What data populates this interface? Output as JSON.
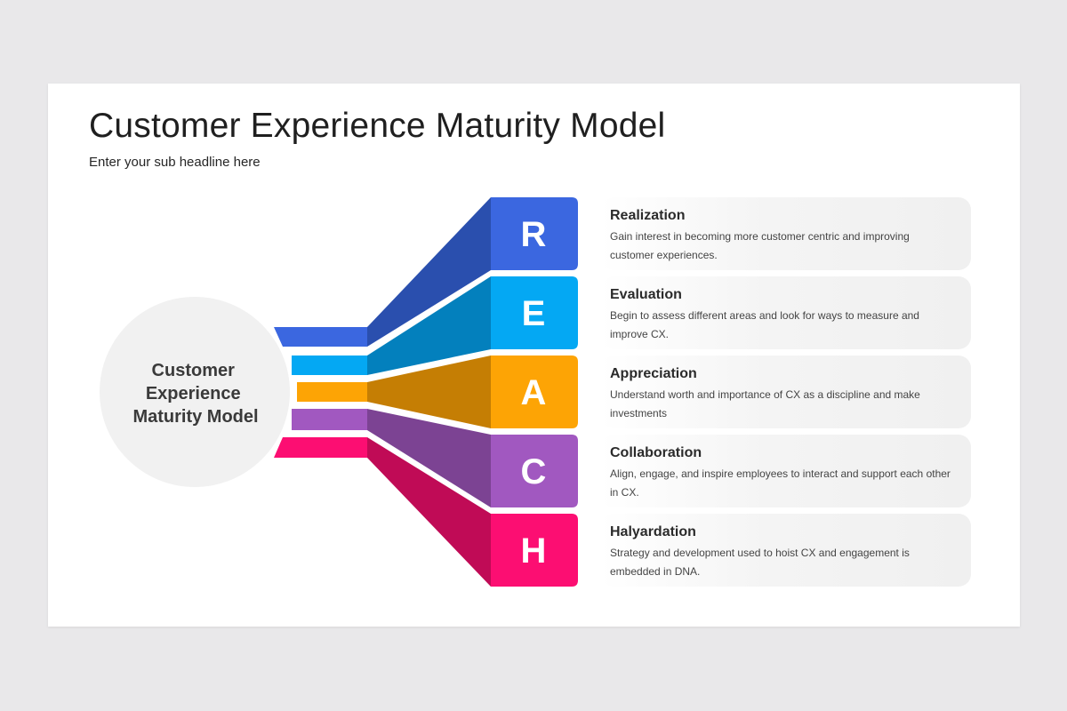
{
  "slide": {
    "title": "Customer Experience Maturity Model",
    "subtitle": "Enter your sub headline here"
  },
  "hub": {
    "label_lines": [
      "Customer",
      "Experience",
      "Maturity Model"
    ]
  },
  "stages": [
    {
      "letter": "R",
      "title": "Realization",
      "description": "Gain interest in becoming more customer centric and improving customer experiences.",
      "color": "#3b67e0",
      "shade": "#2a4fae"
    },
    {
      "letter": "E",
      "title": "Evaluation",
      "description": "Begin to assess different areas and look for ways to measure and improve CX.",
      "color": "#04a8f3",
      "shade": "#0380bd"
    },
    {
      "letter": "A",
      "title": "Appreciation",
      "description": "Understand worth and importance of CX as a discipline and make investments",
      "color": "#fda405",
      "shade": "#c57e04"
    },
    {
      "letter": "C",
      "title": "Collaboration",
      "description": "Align, engage, and inspire employees to interact and support each other in CX.",
      "color": "#a158c0",
      "shade": "#7c4393"
    },
    {
      "letter": "H",
      "title": "Halyardation",
      "description": "Strategy and development used to hoist CX and engagement is embedded in DNA.",
      "color": "#fc0e72",
      "shade": "#c00b56"
    }
  ],
  "colors": {
    "background": "#e9e8ea",
    "slide": "#ffffff",
    "hub_circle": "#f1f1f1"
  }
}
